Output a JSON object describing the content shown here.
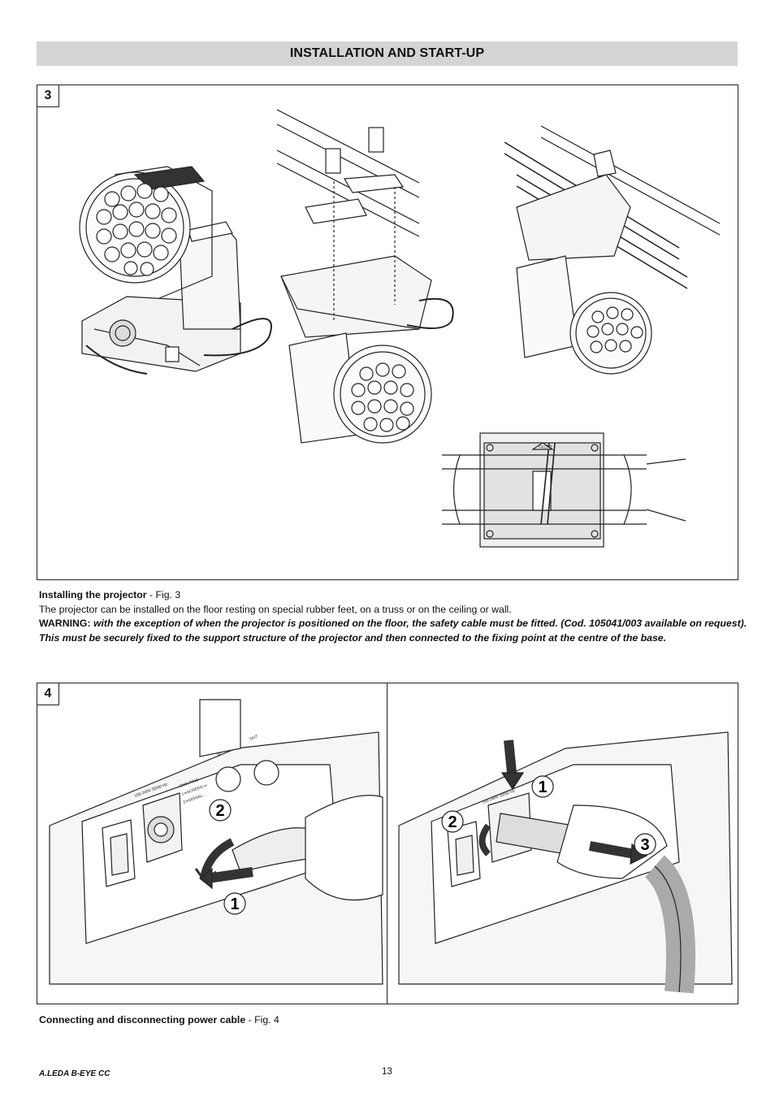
{
  "header": {
    "title": "INSTALLATION AND START-UP"
  },
  "figure3": {
    "number": "3",
    "front_label": "FRONT"
  },
  "installing": {
    "heading": "Installing the projector",
    "fig_ref": " - Fig. 3",
    "body": "The projector can be installed on the floor resting on special rubber feet, on a truss or on the ceiling or wall.",
    "warning_label": "WARNING: ",
    "warning_line1": "with the exception of when the projector is positioned on the floor, the safety cable must be fitted. (Cod. 105041/003 available on request).",
    "warning_line2": "This must be securely fixed to the support structure of the projector and then connected to the fixing point at the centre of the base."
  },
  "figure4": {
    "number": "4",
    "left_callouts": [
      "2",
      "1"
    ],
    "right_callouts": [
      "1",
      "2",
      "3"
    ],
    "panel_text": {
      "voltage": "100-240V 50/60 Hz",
      "dmx_pins": "DMX PINS",
      "pin1": "1⇒SCREEN ⇐",
      "pin2": "2⇒SIGNAL-",
      "in_label": "IN",
      "out_label": "OUT"
    }
  },
  "connecting": {
    "heading": "Connecting and disconnecting power cable",
    "fig_ref": " - Fig. 4"
  },
  "footer": {
    "model": "A.LEDA B-EYE CC",
    "page": "13"
  }
}
